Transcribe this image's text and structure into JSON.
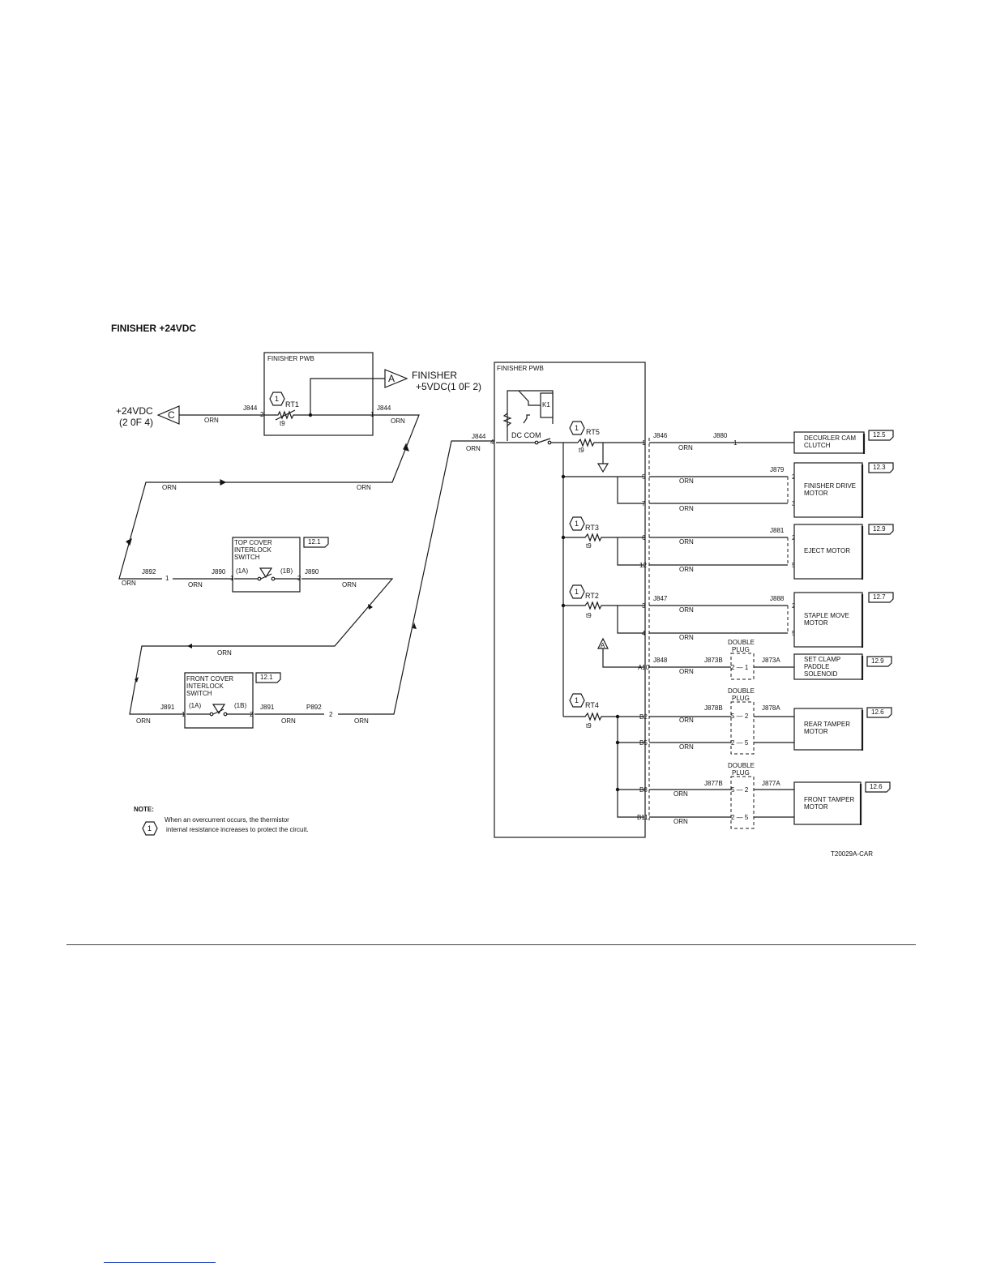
{
  "title": "FINISHER +24VDC",
  "source": {
    "line1": "+24VDC",
    "line2": "(2 0F 4)",
    "flag": "C"
  },
  "dest": {
    "line1": "FINISHER",
    "line2": "+5VDC(1 0F 2)",
    "flag": "A"
  },
  "pwb_left": {
    "title": "FINISHER PWB",
    "rt": "RT1",
    "t9": "t9",
    "jl": "J844",
    "jr": "J844",
    "pl": "2",
    "pr": "1",
    "hex": "1"
  },
  "pwb_right": {
    "title": "FINISHER PWB",
    "relay": "K1",
    "dccom": "DC COM",
    "j_in": "J844",
    "p_in": "4"
  },
  "wire_color": "ORN",
  "top_cover": {
    "l1": "TOP COVER",
    "l2": "INTERLOCK",
    "l3": "SWITCH",
    "ref": "12.1",
    "a": "(1A)",
    "b": "(1B)",
    "jl": "J890",
    "jr": "J890",
    "p1": "1",
    "p2": "2",
    "j892": "J892",
    "p892_1": "1"
  },
  "front_cover": {
    "l1": "FRONT COVER",
    "l2": "INTERLOCK",
    "l3": "SWITCH",
    "ref": "12.1",
    "a": "(1A)",
    "b": "(1B)",
    "jl": "J891",
    "jr": "J891",
    "p1": "1",
    "p2": "2",
    "j891": "J891",
    "p892": "P892",
    "p892_2": "2"
  },
  "thermistors": {
    "rt5": "RT5",
    "rt3": "RT3",
    "rt2": "RT2",
    "rt4": "RT4",
    "t9": "t9",
    "hex": "1"
  },
  "pins": {
    "p1": "1",
    "p5": "5",
    "p7": "7",
    "p6": "6",
    "p12": "12",
    "p3": "3",
    "p4": "4",
    "a10": "A10",
    "b2": "B2",
    "b5": "B5",
    "b8": "B8",
    "b11": "B11"
  },
  "connectors": {
    "j846": "J846",
    "j880": "J880",
    "j880p": "1",
    "j879": "J879",
    "j879a": "2",
    "j879b": "3",
    "j881": "J881",
    "j881a": "2",
    "j881b": "5",
    "j847": "J847",
    "j888": "J888",
    "j888a": "2",
    "j888b": "5",
    "j848": "J848",
    "j873b": "J873B",
    "j873a": "J873A",
    "j878b": "J878B",
    "j878a": "J878A",
    "j877b": "J877B",
    "j877a": "J877A"
  },
  "double_plug": {
    "l1": "DOUBLE",
    "l2": "PLUG",
    "dp1": "2 — 1",
    "dp2a": "5 — 2",
    "dp2b": "2 — 5",
    "dp3a": "5 — 2",
    "dp3b": "2 — 5"
  },
  "loads": {
    "decurler": {
      "l1": "DECURLER CAM",
      "l2": "CLUTCH",
      "ref": "12.5"
    },
    "drive": {
      "l1": "FINISHER DRIVE",
      "l2": "MOTOR",
      "ref": "12.3"
    },
    "eject": {
      "l1": "EJECT MOTOR",
      "ref": "12.9"
    },
    "staple": {
      "l1": "STAPLE MOVE",
      "l2": "MOTOR",
      "ref": "12.7"
    },
    "clamp": {
      "l1": "SET CLAMP",
      "l2": "PADDLE",
      "l3": "SOLENOID",
      "ref": "12.9"
    },
    "rear": {
      "l1": "REAR TAMPER",
      "l2": "MOTOR",
      "ref": "12.6"
    },
    "front": {
      "l1": "FRONT TAMPER",
      "l2": "MOTOR",
      "ref": "12.6"
    }
  },
  "a_flag": "A",
  "note": {
    "label": "NOTE:",
    "line1": "When an overcurrent occurs,  the thermistor",
    "line2": "internal resistance increases to protect the circuit.",
    "hex": "1"
  },
  "drawing_id": "T20029A-CAR"
}
